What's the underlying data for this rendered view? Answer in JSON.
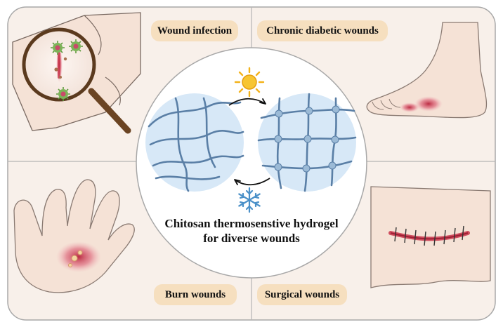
{
  "quadrants": {
    "top_left": "Wound infection",
    "top_right": "Chronic diabetic wounds",
    "bottom_left": "Burn wounds",
    "bottom_right": "Surgical wounds"
  },
  "center": {
    "line1": "Chitosan thermosenstive hydrogel",
    "line2": "for diverse wounds"
  },
  "icons": {
    "heat": "sun-icon",
    "cold": "snowflake-icon"
  },
  "colors": {
    "panel": "#f8f0ea",
    "border": "#a8a8a8",
    "label_bg": "#f6dfbf",
    "skin": "#f5e2d6",
    "network": "#d7e8f7",
    "fiber": "#5a7fa6",
    "wound": "#c8344a",
    "germ": "#6aa84f",
    "sun": "#f3b21a",
    "snow": "#4a90c8"
  }
}
